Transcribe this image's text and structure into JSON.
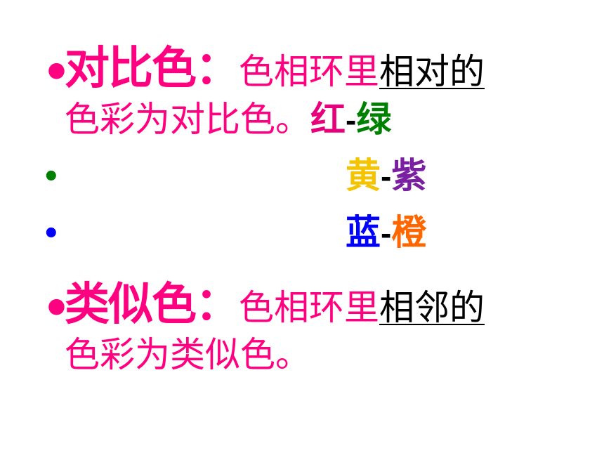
{
  "colors": {
    "magenta": "#ff0080",
    "black": "#000000",
    "red": "#e8007a",
    "green": "#008000",
    "yellow": "#f5c400",
    "purple": "#7b1fa2",
    "blue": "#0000ff",
    "orange": "#ff6600"
  },
  "contrast": {
    "bullet": "•",
    "term": "对比色：",
    "desc_a": "色相环里",
    "desc_underlined": "相对的",
    "desc_b": "色彩为对比色。",
    "pairs": [
      {
        "bullet": "",
        "left": "红",
        "sep": "-",
        "right": "绿"
      },
      {
        "bullet": "•",
        "left": "黄",
        "sep": "-",
        "right": "紫"
      },
      {
        "bullet": "•",
        "left": "蓝",
        "sep": "-",
        "right": "橙"
      }
    ]
  },
  "analogous": {
    "bullet": "•",
    "term": "类似色：",
    "desc_a": "色相环里",
    "desc_underlined": "相邻的",
    "desc_b": "色彩为类似色。"
  }
}
